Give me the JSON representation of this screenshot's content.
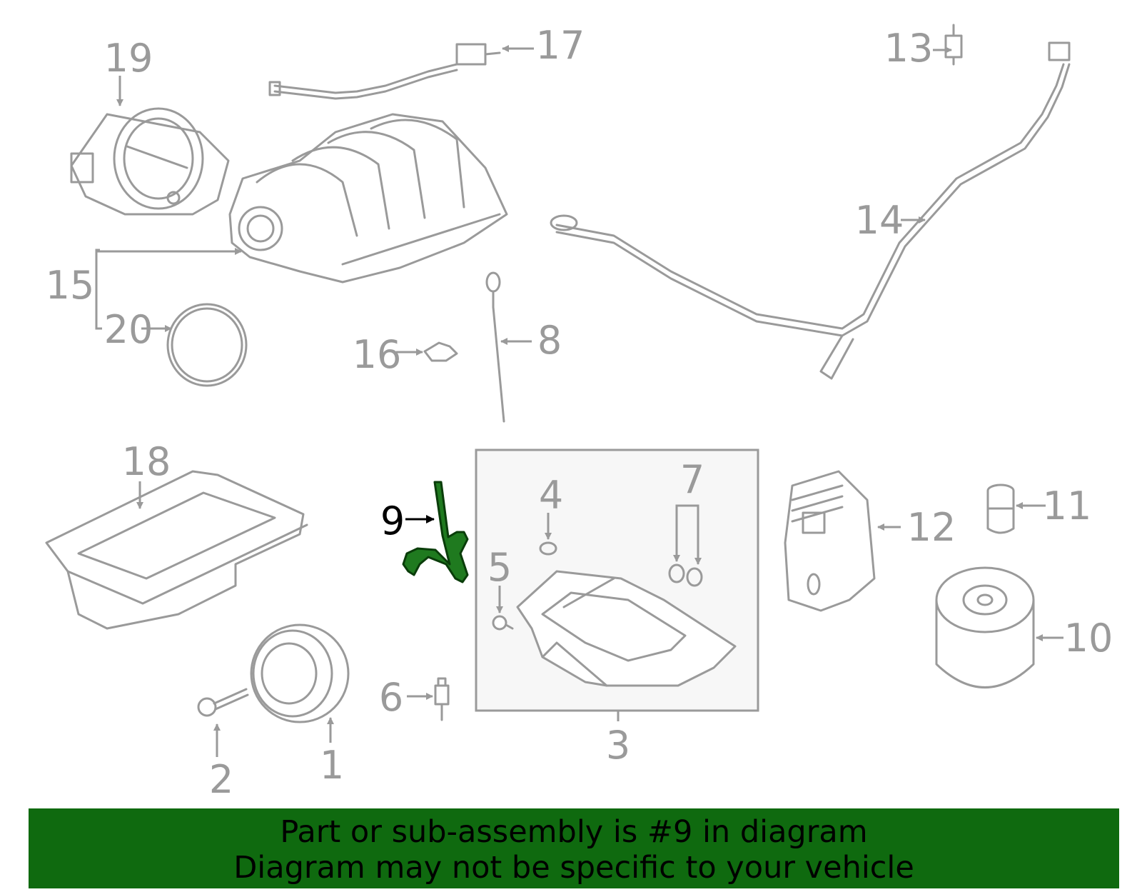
{
  "highlight_color": "#0f6a0f",
  "part_color": "#9a9a9a",
  "callouts": {
    "c1": "1",
    "c2": "2",
    "c3": "3",
    "c4": "4",
    "c5": "5",
    "c6": "6",
    "c7": "7",
    "c8": "8",
    "c9": "9",
    "c10": "10",
    "c11": "11",
    "c12": "12",
    "c13": "13",
    "c14": "14",
    "c15": "15",
    "c16": "16",
    "c17": "17",
    "c18": "18",
    "c19": "19",
    "c20": "20"
  },
  "highlighted_part": "9",
  "banner": {
    "line1": "Part or sub-assembly is #9 in diagram",
    "line2": "Diagram may not be specific to your vehicle"
  }
}
